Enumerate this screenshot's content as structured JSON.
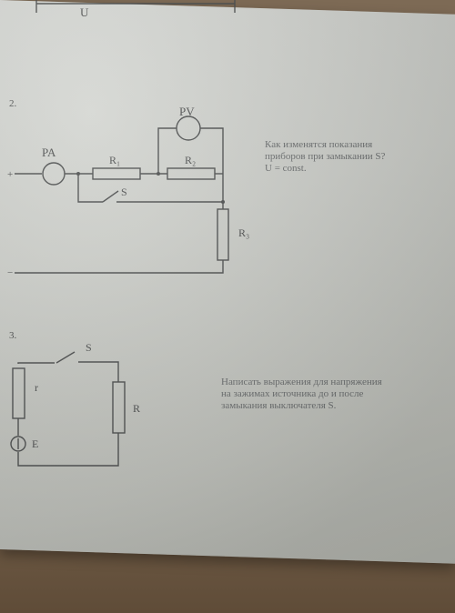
{
  "top_section": {
    "voltage_label": "U"
  },
  "problem2": {
    "number": "2.",
    "ammeter_label": "PA",
    "voltmeter_label": "PV",
    "r1_label": "R₁",
    "r2_label": "R₂",
    "r3_label": "R₃",
    "switch_label": "S",
    "plus_sign": "+",
    "minus_sign": "−",
    "question_lines": [
      "Как изменятся показания",
      "приборов при замыкании S?",
      "U = const."
    ]
  },
  "problem3": {
    "number": "3.",
    "switch_label": "S",
    "internal_resistance_label": "r",
    "emf_label": "E",
    "r_label": "R",
    "question_lines": [
      "Написать выражения для напряжения",
      "на зажимах источника до и после",
      "замыкания выключателя S."
    ]
  },
  "colors": {
    "paper": "#cfd1cc",
    "ink": "#4e5050",
    "table": "#7d6a55"
  }
}
